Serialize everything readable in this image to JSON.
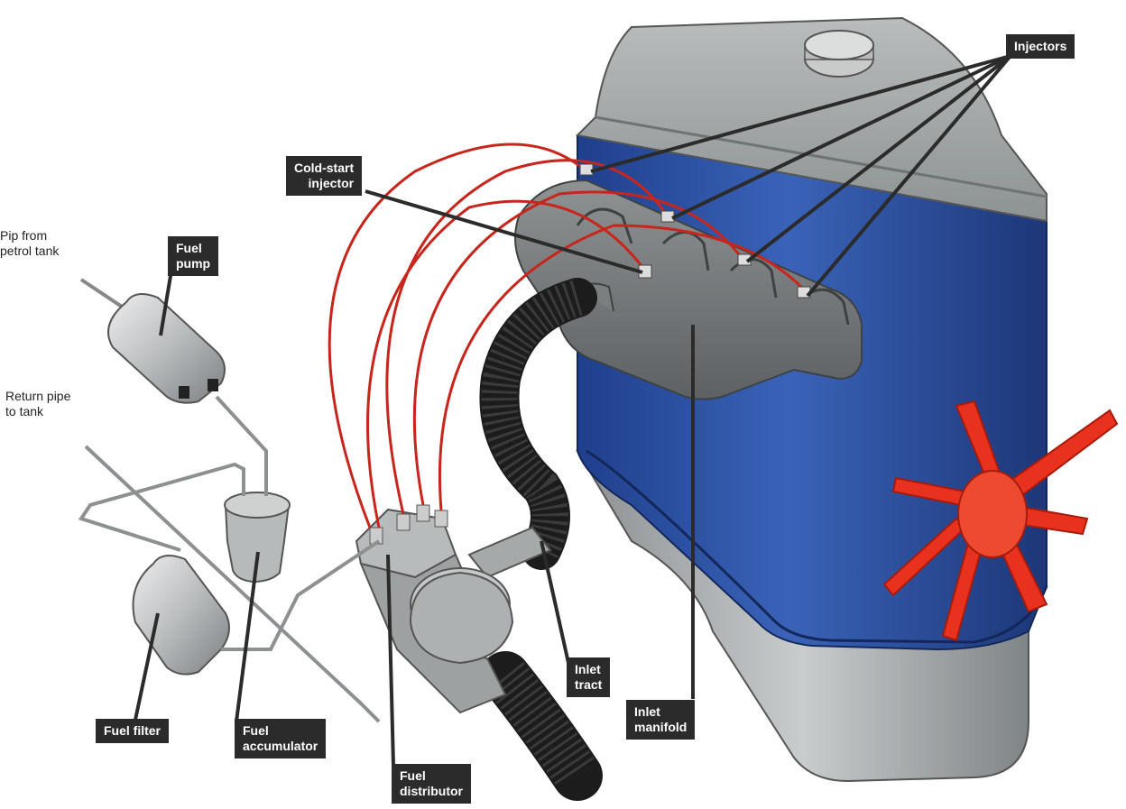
{
  "labels": {
    "injectors": "Injectors",
    "cold_start_injector": "Cold-start\ninjector",
    "fuel_pump": "Fuel\npump",
    "pip_from_petrol_tank": "Pip from\npetrol tank",
    "return_pipe": "Return pipe\nto tank",
    "fuel_filter": "Fuel filter",
    "fuel_accumulator": "Fuel\naccumulator",
    "fuel_distributor": "Fuel\ndistributor",
    "inlet_tract": "Inlet\ntract",
    "inlet_manifold": "Inlet\nmanifold"
  },
  "colors": {
    "engine_blue": "#2f55a8",
    "engine_grey": "#9ea2a4",
    "fuel_line_red": "#c8261c",
    "fan_red": "#e8321e",
    "hose_black": "#1c1c1c",
    "label_bg": "#2b2b2b",
    "leader_line": "#2b2b2b"
  }
}
